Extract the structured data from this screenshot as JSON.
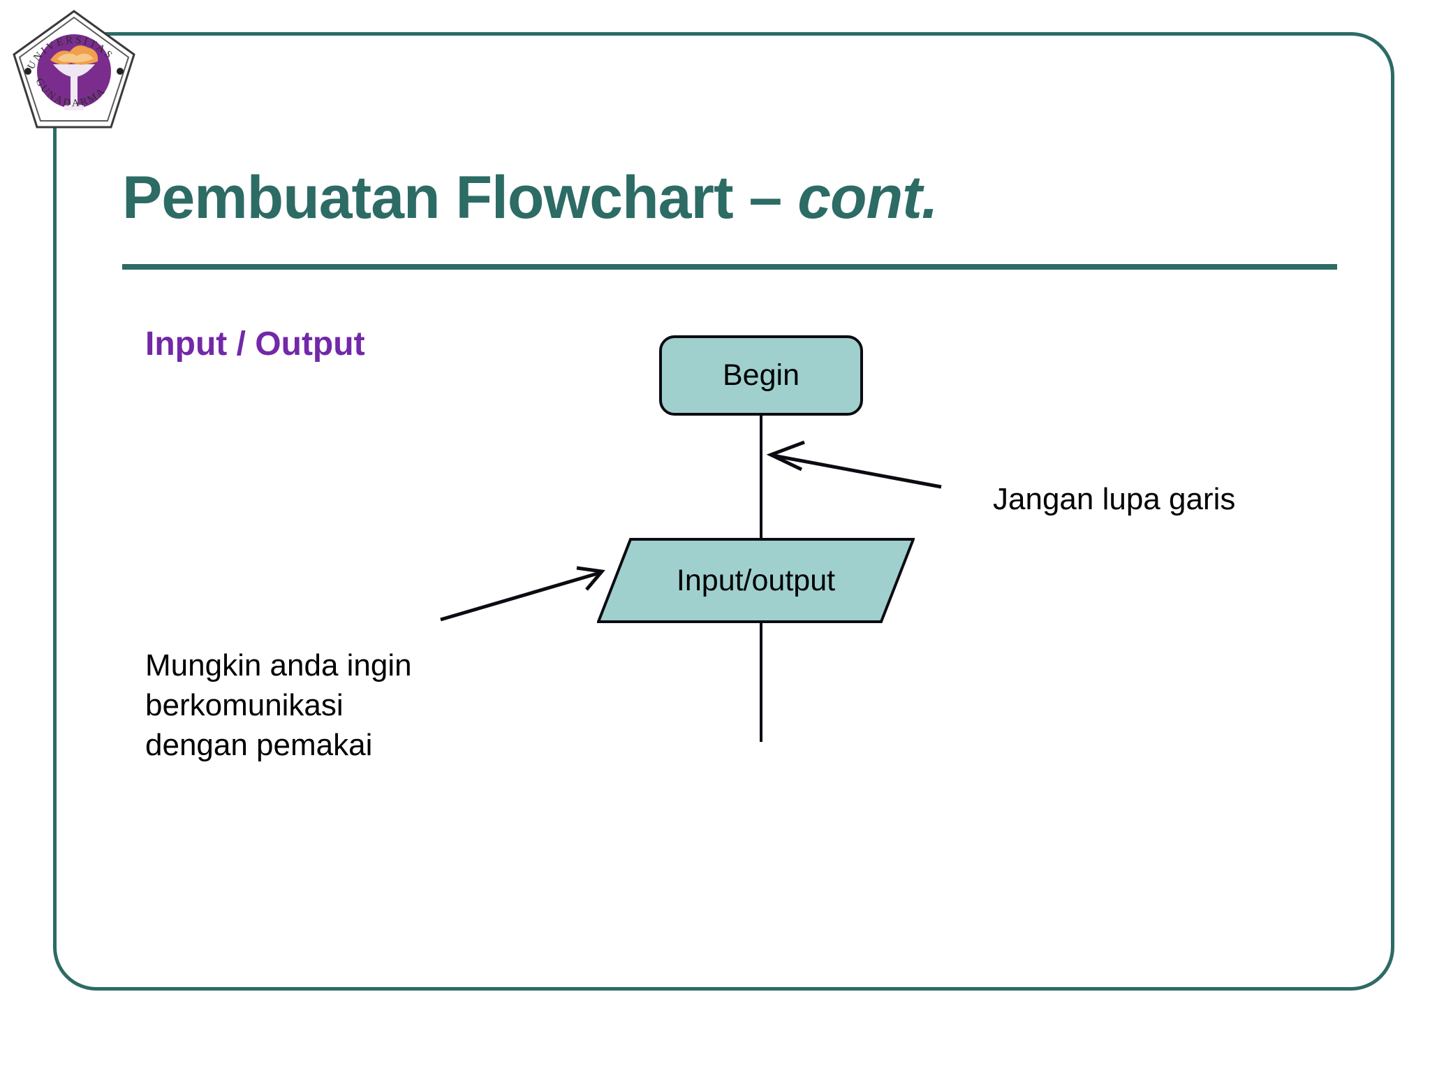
{
  "slide": {
    "frame_color": "#2d6b65",
    "background": "#ffffff"
  },
  "logo": {
    "name": "universitas-gunadarma-logo",
    "outer_text": "UNIVERSITAS",
    "lower_text": "GUNADARMA",
    "emblem_color": "#7b2d8e",
    "torch_color": "#f0a04b"
  },
  "title": {
    "main": "Pembuatan Flowchart – ",
    "cont": "cont.",
    "color": "#2d6b65"
  },
  "section": {
    "heading": "Input / Output",
    "color": "#7228a8"
  },
  "flowchart": {
    "shape_fill": "#9fd0ce",
    "shape_stroke": "#0b0b12",
    "nodes": [
      {
        "id": "begin",
        "label": "Begin",
        "shape": "rounded-rectangle"
      },
      {
        "id": "io",
        "label": "Input/output",
        "shape": "parallelogram"
      }
    ]
  },
  "annotations": {
    "right": "Jangan lupa garis",
    "left_lines": [
      "Mungkin anda ingin",
      "berkomunikasi",
      "dengan pemakai"
    ]
  }
}
